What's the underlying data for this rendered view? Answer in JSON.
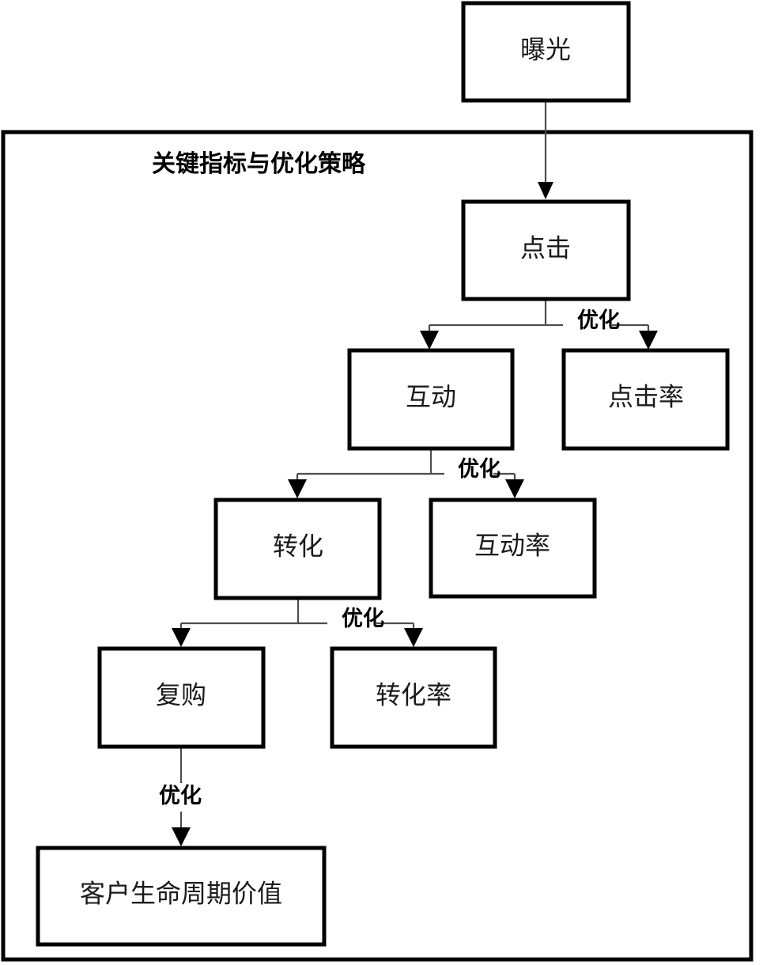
{
  "diagram": {
    "title": "关键指标与优化策略",
    "container_label": "关键指标与优化策略",
    "edge_label_default": "优化",
    "colors": {
      "node_stroke": "#000000",
      "node_fill": "#ffffff",
      "edge_line": "#4d4d4d",
      "arrow": "#000000",
      "text": "#1a1a1a",
      "background": "#ffffff"
    },
    "nodes": {
      "exposure": "曝光",
      "click": "点击",
      "engage": "互动",
      "ctr": "点击率",
      "convert": "转化",
      "engage_rate": "互动率",
      "repurchase": "复购",
      "conversion_rate": "转化率",
      "clv": "客户生命周期价值"
    },
    "edges": {
      "exposure_to_click": "",
      "click_to_engage": "优化",
      "click_to_ctr": "优化",
      "engage_to_convert": "优化",
      "engage_to_engage_rate": "优化",
      "convert_to_repurchase": "优化",
      "convert_to_conversion_rate": "优化",
      "repurchase_to_clv": "优化"
    }
  }
}
